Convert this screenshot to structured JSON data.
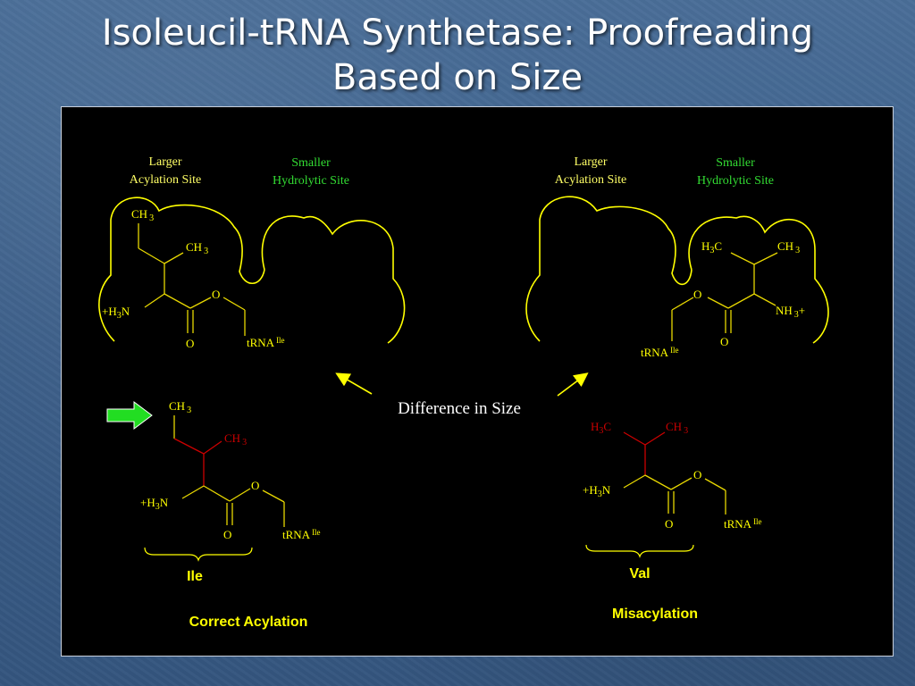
{
  "slide": {
    "title_line1": "Isoleucil-tRNA Synthetase: Proofreading",
    "title_line2": "Based on Size"
  },
  "colors": {
    "background": "#3c5f8a",
    "panel": "#000000",
    "site_outline": "#ffff00",
    "larger_label": "#ffff66",
    "smaller_label": "#33dd33",
    "bond_yellow": "#e8d800",
    "bond_red": "#cc0000",
    "arrow_green": "#22dd22",
    "text_white": "#ffffff"
  },
  "left_panel": {
    "larger_label_1": "Larger",
    "larger_label_2": "Acylation Site",
    "smaller_label_1": "Smaller",
    "smaller_label_2": "Hydrolytic Site",
    "ch3_top": "CH",
    "ch3_top_sub": "3",
    "ch3_mid": "CH",
    "ch3_mid_sub": "3",
    "amine": "+H",
    "amine_sub": "3",
    "amine_n": "N",
    "ester_o": "O",
    "carbonyl_o": "O",
    "trna": "tRNA",
    "trna_sup": "Ile"
  },
  "right_panel": {
    "larger_label_1": "Larger",
    "larger_label_2": "Acylation Site",
    "smaller_label_1": "Smaller",
    "smaller_label_2": "Hydrolytic Site",
    "h3c": "H",
    "h3c_sub": "3",
    "h3c_c": "C",
    "ch3": "CH",
    "ch3_sub": "3",
    "ester_o": "O",
    "amine": "NH",
    "amine_sub": "3",
    "amine_plus": "+",
    "carbonyl_o": "O",
    "trna": "tRNA",
    "trna_sup": "Ile"
  },
  "middle": {
    "difference_label": "Difference in Size"
  },
  "ile_structure": {
    "ch3_top": "CH",
    "ch3_top_sub": "3",
    "ch3_mid": "CH",
    "ch3_mid_sub": "3",
    "amine": "+H",
    "amine_sub": "3",
    "amine_n": "N",
    "ester_o": "O",
    "carbonyl_o": "O",
    "trna": "tRNA",
    "trna_sup": "Ile",
    "name": "Ile",
    "caption": "Correct Acylation"
  },
  "val_structure": {
    "h3c": "H",
    "h3c_sub": "3",
    "h3c_c": "C",
    "ch3": "CH",
    "ch3_sub": "3",
    "amine": "+H",
    "amine_sub": "3",
    "amine_n": "N",
    "ester_o": "O",
    "carbonyl_o": "O",
    "trna": "tRNA",
    "trna_sup": "Ile",
    "name": "Val",
    "caption": "Misacylation"
  }
}
